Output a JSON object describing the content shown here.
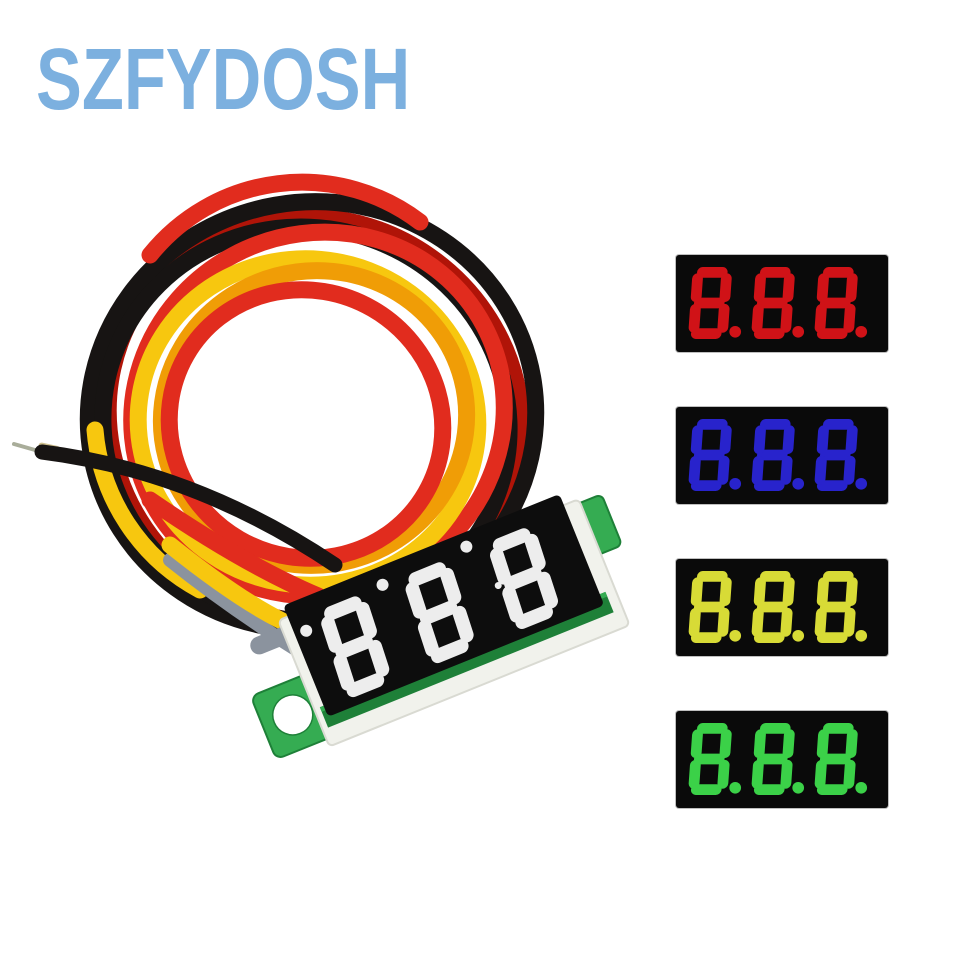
{
  "brand": {
    "logo_text": "SZFYDOSH"
  },
  "colors": {
    "page-bg": "#ffffff",
    "logo-blue": "#7cb0df",
    "wire-black": "#171413",
    "wire-red": "#e12c1e",
    "wire-red-deep": "#b01408",
    "wire-yellow": "#f7c70f",
    "wire-yellow-deep": "#f09d06",
    "bare-tip": "#a9ad9a",
    "ferrule": "#cfc08f",
    "gray-sleeve": "#8b939e",
    "pcb-green": "#35ac52",
    "pcb-green-dark": "#1e8038",
    "module-base": "#f1f2ec",
    "module-base-edge": "#d9dad2",
    "display-black": "#0d0d0d",
    "digit-white": "#ededed",
    "panel-bg": "#0a0a0a"
  },
  "module": {
    "digits": "888",
    "wires": [
      "black",
      "red",
      "yellow"
    ]
  },
  "variants": [
    {
      "name": "red",
      "digits": "8.8.8.",
      "digit_color": "#d01217"
    },
    {
      "name": "blue",
      "digits": "8.8.8.",
      "digit_color": "#2823cc"
    },
    {
      "name": "yellow",
      "digits": "8.8.8.",
      "digit_color": "#d8db36"
    },
    {
      "name": "green",
      "digits": "8.8.8.",
      "digit_color": "#3bd148"
    }
  ]
}
